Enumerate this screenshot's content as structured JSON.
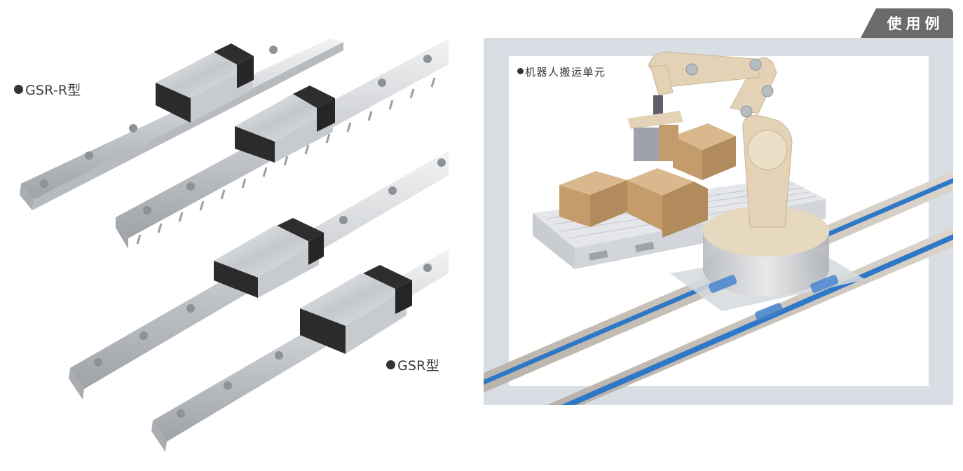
{
  "products": {
    "items": [
      {
        "label": "GSR-R型",
        "bullet": "●"
      },
      {
        "label": "GSR型",
        "bullet": "●"
      }
    ]
  },
  "usage_example": {
    "tab_label": "使用例",
    "caption": "机器人搬运单元",
    "colors": {
      "tab": "#6b6b6b",
      "panel": "#d9dee4",
      "rail_blue": "#2f78c8",
      "robot": "#e3d2b6",
      "box": "#c8a373"
    }
  }
}
